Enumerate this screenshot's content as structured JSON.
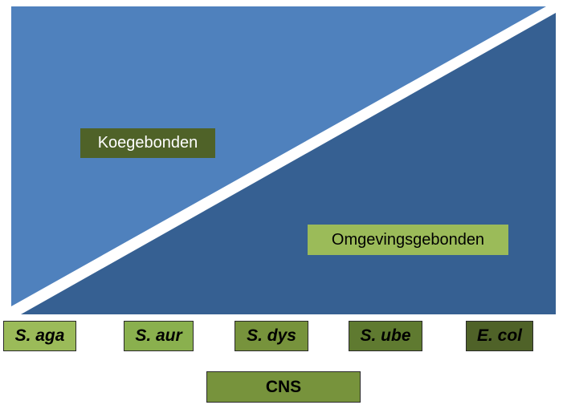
{
  "regions": {
    "upper_color": "#4f81bd",
    "lower_color": "#366092"
  },
  "labels": {
    "koegebonden": "Koegebonden",
    "omgevingsgebonden": "Omgevingsgebonden"
  },
  "species": [
    "S. aga",
    "S. aur",
    "S. dys",
    "S. ube",
    "E. col"
  ],
  "bottom": {
    "cns": "CNS"
  },
  "colors": {
    "label_dark": "#4f6228",
    "label_light": "#9bbb59"
  }
}
